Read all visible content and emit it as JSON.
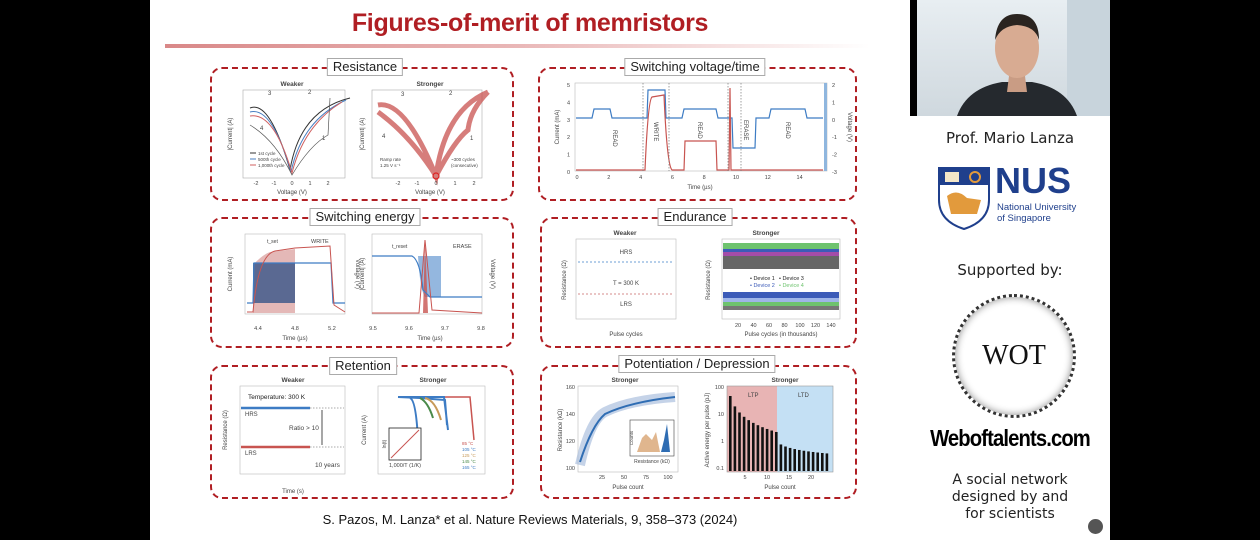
{
  "slide": {
    "title": "Figures-of-merit of memristors",
    "citation": "S. Pazos, M. Lanza* et al. Nature Reviews Materials, 9, 358–373 (2024)",
    "accent_color": "#b01e23",
    "panels": {
      "resistance": {
        "label": "Resistance",
        "weaker": {
          "title": "Weaker",
          "xlabel": "Voltage (V)",
          "ylabel": "|Current| (A)",
          "xticks": [
            "-2",
            "-1",
            "0",
            "1",
            "2"
          ],
          "legend": [
            "1st cycle",
            "500th cycle",
            "1,000th cycle"
          ],
          "arrows": [
            "3",
            "2",
            "4",
            "1"
          ]
        },
        "stronger": {
          "title": "Stronger",
          "xlabel": "Voltage (V)",
          "ylabel": "|Current| (A)",
          "xticks": [
            "-2",
            "-1",
            "0",
            "1",
            "2"
          ],
          "arrows": [
            "3",
            "2",
            "4",
            "1"
          ],
          "note_left": [
            "Ramp rate",
            "1.25 V s⁻¹"
          ],
          "note_right": [
            "~300 cycles",
            "(consecutive)"
          ]
        }
      },
      "switching_vt": {
        "label": "Switching voltage/time",
        "xlabel": "Time (µs)",
        "ylabel_left": "Current (mA)",
        "ylabel_right": "Voltage (V)",
        "xticks": [
          "0",
          "2",
          "4",
          "6",
          "8",
          "10",
          "12",
          "14"
        ],
        "yticks_left": [
          "5",
          "4",
          "3",
          "2",
          "1",
          "0"
        ],
        "yticks_right": [
          "2",
          "1",
          "0",
          "-1",
          "-2",
          "-3"
        ],
        "phases": [
          "READ",
          "WRITE",
          "READ",
          "ERASE",
          "READ"
        ]
      },
      "switching_energy": {
        "label": "Switching energy",
        "left": {
          "xlabel": "Time (µs)",
          "ylabel": "Current (mA)",
          "ylabel_right": "Voltage (V)",
          "xticks": [
            "4.4",
            "4.8",
            "5.2"
          ],
          "tag": "WRITE",
          "t_label": "t_set"
        },
        "right": {
          "xlabel": "Time (µs)",
          "ylabel": "|Current| (A)",
          "ylabel_right": "Voltage (V)",
          "xticks": [
            "9.5",
            "9.6",
            "9.7",
            "9.8"
          ],
          "tag": "ERASE",
          "t_label": "t_reset"
        }
      },
      "endurance": {
        "label": "Endurance",
        "weaker": {
          "title": "Weaker",
          "xlabel": "Pulse cycles",
          "ylabel": "Resistance (Ω)",
          "hrs": "HRS",
          "lrs": "LRS",
          "temp": "T = 300 K"
        },
        "stronger": {
          "title": "Stronger",
          "xlabel": "Pulse cycles (in thousands)",
          "ylabel": "Resistance (Ω)",
          "xticks": [
            "20",
            "40",
            "60",
            "80",
            "100",
            "120",
            "140"
          ],
          "legend": [
            "• Device 1",
            "• Device 3",
            "• Device 2",
            "• Device 4"
          ]
        }
      },
      "retention": {
        "label": "Retention",
        "weaker": {
          "title": "Weaker",
          "xlabel": "Time (s)",
          "ylabel": "Resistance (Ω)",
          "temp": "Temperature: 300 K",
          "hrs": "HRS",
          "lrs": "LRS",
          "ratio": "Ratio > 10",
          "years": "10 years"
        },
        "stronger": {
          "title": "Stronger",
          "ylabel": "Current (A)",
          "inset_x": "1,000/T (1/K)",
          "inset_y": "ln(t)",
          "legend": [
            "85 °C",
            "105 °C",
            "125 °C",
            "145 °C",
            "165 °C"
          ]
        }
      },
      "potentiation": {
        "label": "Potentiation / Depression",
        "left": {
          "title": "Stronger",
          "xlabel": "Pulse count",
          "ylabel": "Resistance (kΩ)",
          "xticks": [
            "25",
            "50",
            "75",
            "100"
          ],
          "yticks": [
            "160",
            "140",
            "120",
            "100"
          ],
          "inset_x": "Resistance (kΩ)",
          "inset_y": "Counts"
        },
        "right": {
          "title": "Stronger",
          "xlabel": "Pulse count",
          "ylabel": "Active energy per pulse (pJ)",
          "xticks": [
            "5",
            "10",
            "15",
            "20"
          ],
          "yticks": [
            "100",
            "10",
            "1",
            "0.1"
          ],
          "ltp": "LTP",
          "ltd": "LTD"
        }
      }
    }
  },
  "sidebar": {
    "speaker": "Prof. Mario Lanza",
    "nus_logo": {
      "acronym": "NUS",
      "line1": "National University",
      "line2": "of Singapore"
    },
    "supported_by": "Supported by:",
    "wot_logo": "WOT",
    "site": "Weboftalents.com",
    "tagline": [
      "A social network",
      "designed by and",
      "for scientists"
    ]
  }
}
